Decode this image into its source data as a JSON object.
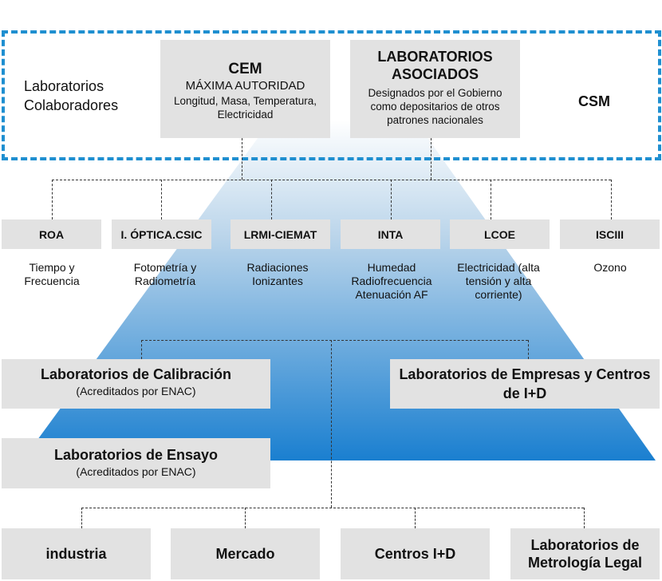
{
  "top": {
    "left_label": "Laboratorios Colaboradores",
    "cem": {
      "title": "CEM",
      "subtitle": "MÁXIMA AUTORIDAD",
      "detail": "Longitud, Masa, Temperatura, Electricidad"
    },
    "asociados": {
      "title": "LABORATORIOS ASOCIADOS",
      "detail": "Designados por el Gobierno como depositarios de otros patrones nacionales"
    },
    "right_label": "CSM"
  },
  "labs": [
    {
      "name": "ROA",
      "desc": "Tiempo y Frecuencia"
    },
    {
      "name": "I. ÓPTICA.CSIC",
      "desc": "Fotometría y Radiometría"
    },
    {
      "name": "LRMI-CIEMAT",
      "desc": "Radiaciones Ionizantes"
    },
    {
      "name": "INTA",
      "desc": "Humedad Radiofrecuencia Atenuación AF"
    },
    {
      "name": "LCOE",
      "desc": "Electricidad (alta tensión y alta corriente)"
    },
    {
      "name": "ISCIII",
      "desc": "Ozono"
    }
  ],
  "middle": {
    "calibracion": {
      "title": "Laboratorios de Calibración",
      "sub": "(Acreditados por ENAC)"
    },
    "empresas": {
      "title": "Laboratorios de Empresas y Centros de I+D"
    },
    "ensayo": {
      "title": "Laboratorios de Ensayo",
      "sub": "(Acreditados por ENAC)"
    }
  },
  "bottom": [
    {
      "label": "industria"
    },
    {
      "label": "Mercado"
    },
    {
      "label": "Centros I+D"
    },
    {
      "label": "Laboratorios de Metrología Legal"
    }
  ],
  "colors": {
    "dash": "#1f8fd0",
    "pyramid_top": "#ffffff",
    "pyramid_bottom": "#1a7fd0",
    "box": "#e2e2e2"
  }
}
